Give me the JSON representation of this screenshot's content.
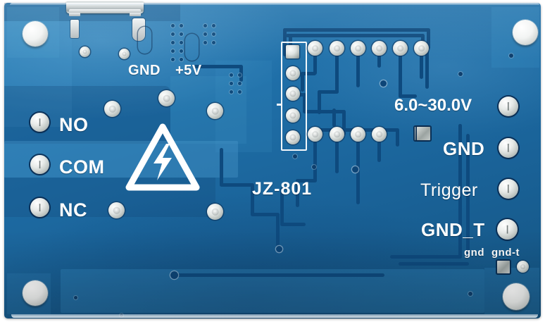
{
  "board": {
    "name": "relay-timer-pcb",
    "model": "JZ-801",
    "colors": {
      "solder_mask_blue": "#1f6fa8",
      "silkscreen_white": "#ffffff",
      "trace_blue": "#0e4a7e",
      "pad_silver": "#e3e7e5"
    }
  },
  "silkscreen": {
    "gnd_usb": "GND",
    "v5": "+5V",
    "no": "NO",
    "com": "COM",
    "nc": "NC",
    "model": "JZ-801",
    "voltage_range": "6.0~30.0V",
    "gnd_power": "GND",
    "trigger": "Trigger",
    "gnd_t": "GND_T",
    "gnd_small": "gnd",
    "gnd_t_small": "gnd-t"
  },
  "icons": {
    "warning": "high-voltage-warning-triangle",
    "usb": "micro-usb-connector"
  },
  "connectors": {
    "left_terminal_labels": [
      "NO",
      "COM",
      "NC"
    ],
    "right_terminal_labels": [
      "6.0~30.0V",
      "GND",
      "Trigger",
      "GND_T"
    ],
    "pin_header_count": 5,
    "mounting_holes": 4
  }
}
